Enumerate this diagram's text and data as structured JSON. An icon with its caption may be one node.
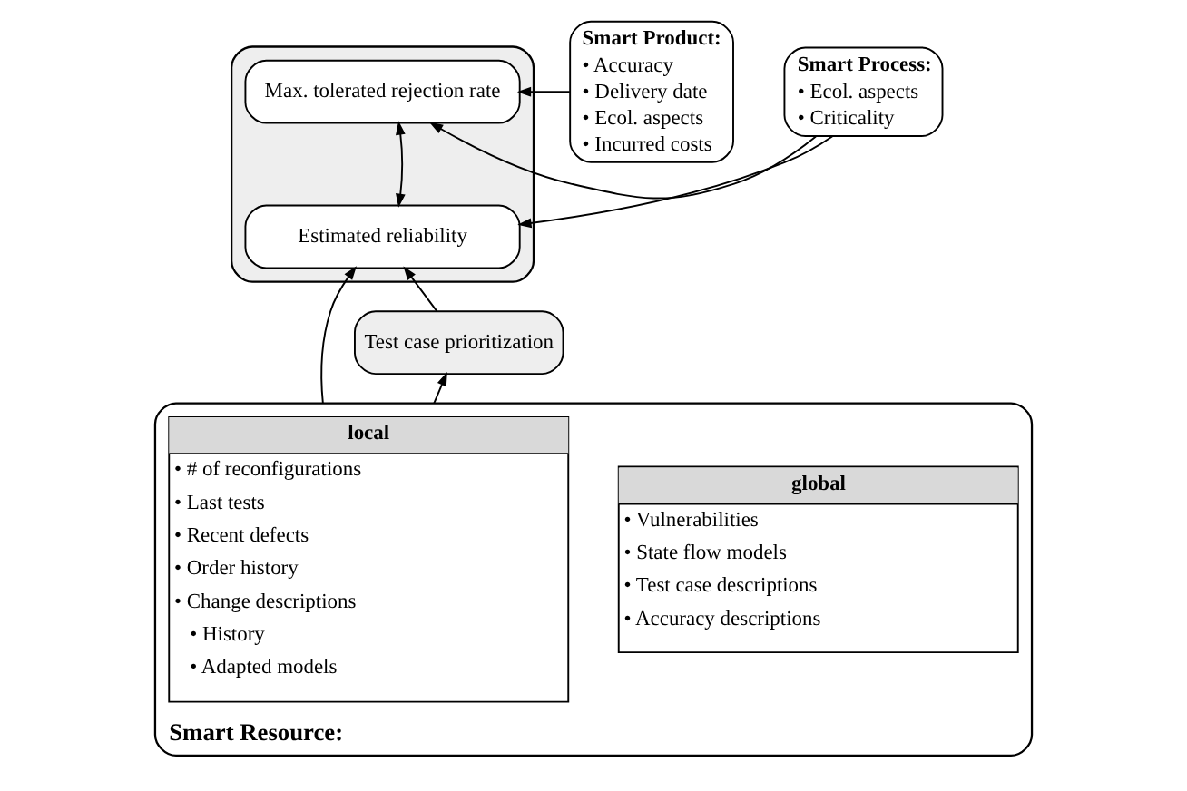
{
  "diagram": {
    "nodes": [
      {
        "text": [
          "Smart Product:",
          "• Accuracy",
          "• Delivery date",
          "• Ecol. aspects",
          "• Incurred costs"
        ]
      },
      {
        "text": [],
        "shape": "box"
      },
      {
        "text": [
          "Max. tolerated rejection rate"
        ],
        "in": 1
      },
      {
        "text": [
          "Estimated reliability"
        ],
        "in": 1
      },
      {
        "text": [
          "Smart Process:",
          "• Ecol. aspects",
          "• Criticality"
        ]
      },
      {
        "text": [
          "Test case prioritization"
        ]
      },
      {
        "text": [
          "Smart Resource:"
        ]
      },
      {
        "text": [
          "local",
          "• # of reconfigurations",
          "• Last tests",
          "• Recent defects",
          "• Order history",
          "• Change descriptions",
          "• History",
          "• Adapted models"
        ],
        "in": 6
      },
      {
        "text": [
          "global",
          "• Vulnerabilities",
          "• State flow models",
          "• Test case descriptions",
          "• Accuracy descriptions"
        ],
        "in": 6
      }
    ],
    "edges": [
      {
        "from": 0,
        "to": 2,
        "arrow": "to"
      },
      {
        "from": 2,
        "to": 3,
        "arrow": "both"
      },
      {
        "from": 4,
        "to": 2,
        "arrow": "to"
      },
      {
        "from": 4,
        "to": 3,
        "arrow": "to"
      },
      {
        "from": 5,
        "to": 3,
        "arrow": "to"
      },
      {
        "from": 6,
        "to": 5,
        "arrow": "to"
      },
      {
        "from": 6,
        "to": 3,
        "arrow": "to"
      }
    ]
  }
}
